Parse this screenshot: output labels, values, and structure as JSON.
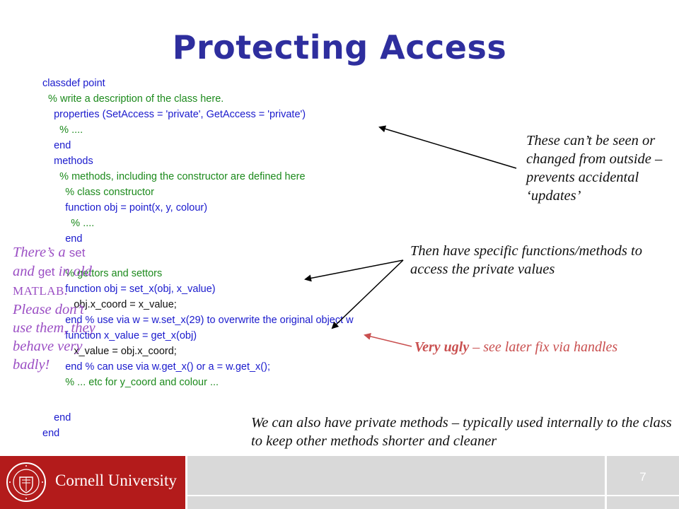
{
  "slide": {
    "title": "Protecting Access",
    "code_top": [
      {
        "text": "classdef point",
        "color": "blue"
      },
      {
        "text": "  % write a description of the class here.",
        "color": "green"
      },
      {
        "text": "    properties (SetAccess = 'private', GetAccess = 'private')",
        "color": "blue"
      },
      {
        "text": "      % ....",
        "color": "green"
      },
      {
        "text": "    end",
        "color": "blue"
      },
      {
        "text": "    methods",
        "color": "blue"
      },
      {
        "text": "      % methods, including the constructor are defined here",
        "color": "green"
      },
      {
        "text": "        % class constructor",
        "color": "green"
      },
      {
        "text": "        function obj = point(x, y, colour)",
        "color": "blue"
      },
      {
        "text": "          % ....",
        "color": "green"
      },
      {
        "text": "        end",
        "color": "blue"
      }
    ],
    "code_bottom": [
      {
        "text": "        % gettors and settors",
        "color": "green"
      },
      {
        "text": "        function obj = set_x(obj, x_value)",
        "color": "blue"
      },
      {
        "text": "           obj.x_coord = x_value;",
        "color": "black"
      },
      {
        "text": "        end % use via w = w.set_x(29) to overwrite the original object w",
        "color": "blue"
      },
      {
        "text": "        function x_value = get_x(obj)",
        "color": "blue"
      },
      {
        "text": "           x_value = obj.x_coord;",
        "color": "black"
      },
      {
        "text": "        end % can use via w.get_x() or a = w.get_x();",
        "color": "blue"
      },
      {
        "text": "        % ... etc for y_coord and colour ...",
        "color": "green"
      }
    ],
    "code_end": [
      {
        "text": "    end",
        "color": "blue"
      },
      {
        "text": "end",
        "color": "blue"
      }
    ],
    "notes": {
      "private_props": "These can’t be seen or changed from outside – prevents accidental ‘updates’",
      "accessors": "Then have specific functions/methods to access the private values",
      "ugly_bold": "Very ugly",
      "ugly_rest": " – see later fix via handles",
      "private_methods": "We can also have private methods – typically used internally to the class to keep other methods shorter and cleaner"
    },
    "side_note": {
      "part1": "There’s a ",
      "part2": "set",
      "part3": " and ",
      "part4": "get",
      "part5": " in old ",
      "part6": "MATLAB",
      "part7": ". Please don’t use them, they behave very badly!"
    },
    "footer": {
      "university": "Cornell University",
      "page_number": "7"
    },
    "colors": {
      "title": "#2e2e9e",
      "code_keyword": "#1a1acd",
      "code_comment": "#1c8a1c",
      "side_note": "#9b4fc4",
      "warning": "#c94f4f",
      "brand_red": "#b31b1b"
    }
  }
}
